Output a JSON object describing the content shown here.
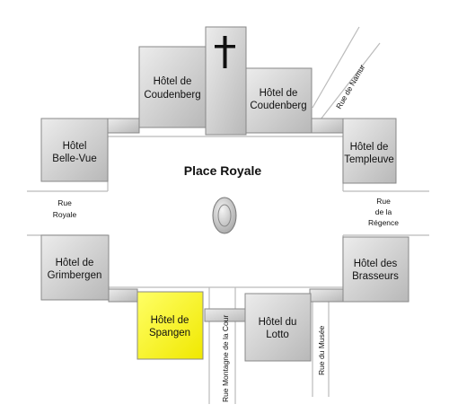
{
  "square": {
    "title": "Place Royale"
  },
  "buildings": {
    "coudenberg_left": {
      "line1": "Hôtel de",
      "line2": "Coudenberg"
    },
    "coudenberg_right": {
      "line1": "Hôtel de",
      "line2": "Coudenberg"
    },
    "belle_vue": {
      "line1": "Hôtel",
      "line2": "Belle-Vue"
    },
    "templeuve": {
      "line1": "Hôtel de",
      "line2": "Templeuve"
    },
    "grimbergen": {
      "line1": "Hôtel de",
      "line2": "Grimbergen"
    },
    "brasseurs": {
      "line1": "Hôtel des",
      "line2": "Brasseurs"
    },
    "spangen": {
      "line1": "Hôtel de",
      "line2": "Spangen"
    },
    "lotto": {
      "line1": "Hôtel du",
      "line2": "Lotto"
    }
  },
  "streets": {
    "rue_royale": {
      "line1": "Rue",
      "line2": "Royale"
    },
    "rue_regence": {
      "line1": "Rue",
      "line2": "de la",
      "line3": "Régence"
    },
    "rue_namur": "Rue de Namur",
    "rue_montagne": "Rue Montagne de la Cour",
    "rue_musee": "Rue du Musée"
  },
  "colors": {
    "building_fill": "#cccccc",
    "highlight_fill": "#ffff33",
    "street_line": "#bbbbbb"
  },
  "icons": {
    "church": "cross-icon",
    "monument": "statue-icon"
  }
}
